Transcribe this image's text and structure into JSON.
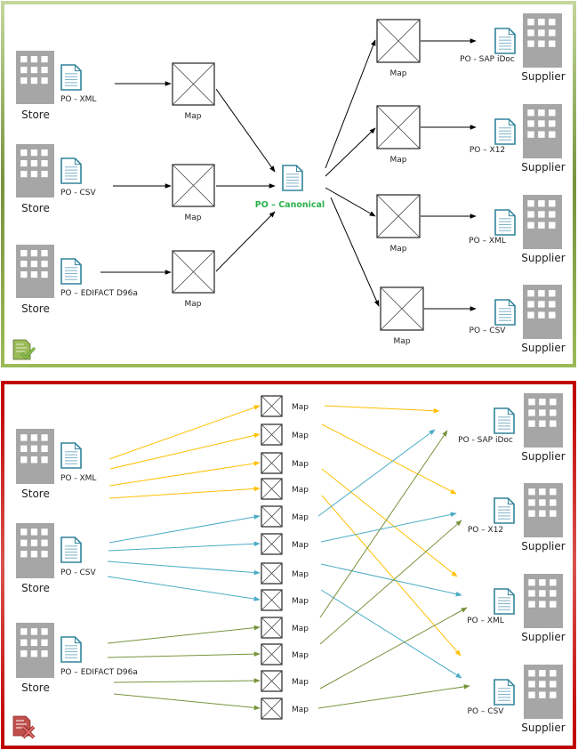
{
  "colors": {
    "good_frame": "#9bbb59",
    "bad_frame": "#c00000",
    "building": "#a6a6a6",
    "doc_stroke": "#31849b",
    "doc_fill": "#ffffff",
    "arrow_black": "#000000",
    "xml_arrow": "#ffc000",
    "csv_arrow": "#4bacc6",
    "edifact_arrow": "#77933c",
    "canonical_text": "#2bb24c"
  },
  "top_panel": {
    "name": "canonical-approach",
    "status_icon": "document-check-icon",
    "sources": [
      {
        "building": "Store",
        "doc": "PO - XML"
      },
      {
        "building": "Store",
        "doc": "PO - CSV"
      },
      {
        "building": "Store",
        "doc": "PO – EDIFACT D96a"
      }
    ],
    "inbound_maps": [
      "Map",
      "Map",
      "Map"
    ],
    "canonical": "PO – Canonical",
    "outbound_maps": [
      "Map",
      "Map",
      "Map",
      "Map"
    ],
    "targets": [
      {
        "building": "Supplier",
        "doc": "PO - SAP iDoc"
      },
      {
        "building": "Supplier",
        "doc": "PO – X12"
      },
      {
        "building": "Supplier",
        "doc": "PO – XML"
      },
      {
        "building": "Supplier",
        "doc": "PO – CSV"
      }
    ]
  },
  "bottom_panel": {
    "name": "point-to-point-approach",
    "status_icon": "document-x-icon",
    "sources": [
      {
        "building": "Store",
        "doc": "PO - XML"
      },
      {
        "building": "Store",
        "doc": "PO - CSV"
      },
      {
        "building": "Store",
        "doc": "PO – EDIFACT D96a"
      }
    ],
    "maps": [
      "Map",
      "Map",
      "Map",
      "Map",
      "Map",
      "Map",
      "Map",
      "Map",
      "Map",
      "Map",
      "Map",
      "Map"
    ],
    "targets": [
      {
        "building": "Supplier",
        "doc": "PO - SAP iDoc"
      },
      {
        "building": "Supplier",
        "doc": "PO – X12"
      },
      {
        "building": "Supplier",
        "doc": "PO – XML"
      },
      {
        "building": "Supplier",
        "doc": "PO – CSV"
      }
    ],
    "map_routes": [
      {
        "source": 0,
        "target": 0
      },
      {
        "source": 0,
        "target": 1
      },
      {
        "source": 0,
        "target": 2
      },
      {
        "source": 0,
        "target": 3
      },
      {
        "source": 1,
        "target": 0
      },
      {
        "source": 1,
        "target": 1
      },
      {
        "source": 1,
        "target": 2
      },
      {
        "source": 1,
        "target": 3
      },
      {
        "source": 2,
        "target": 0
      },
      {
        "source": 2,
        "target": 1
      },
      {
        "source": 2,
        "target": 2
      },
      {
        "source": 2,
        "target": 3
      }
    ]
  }
}
